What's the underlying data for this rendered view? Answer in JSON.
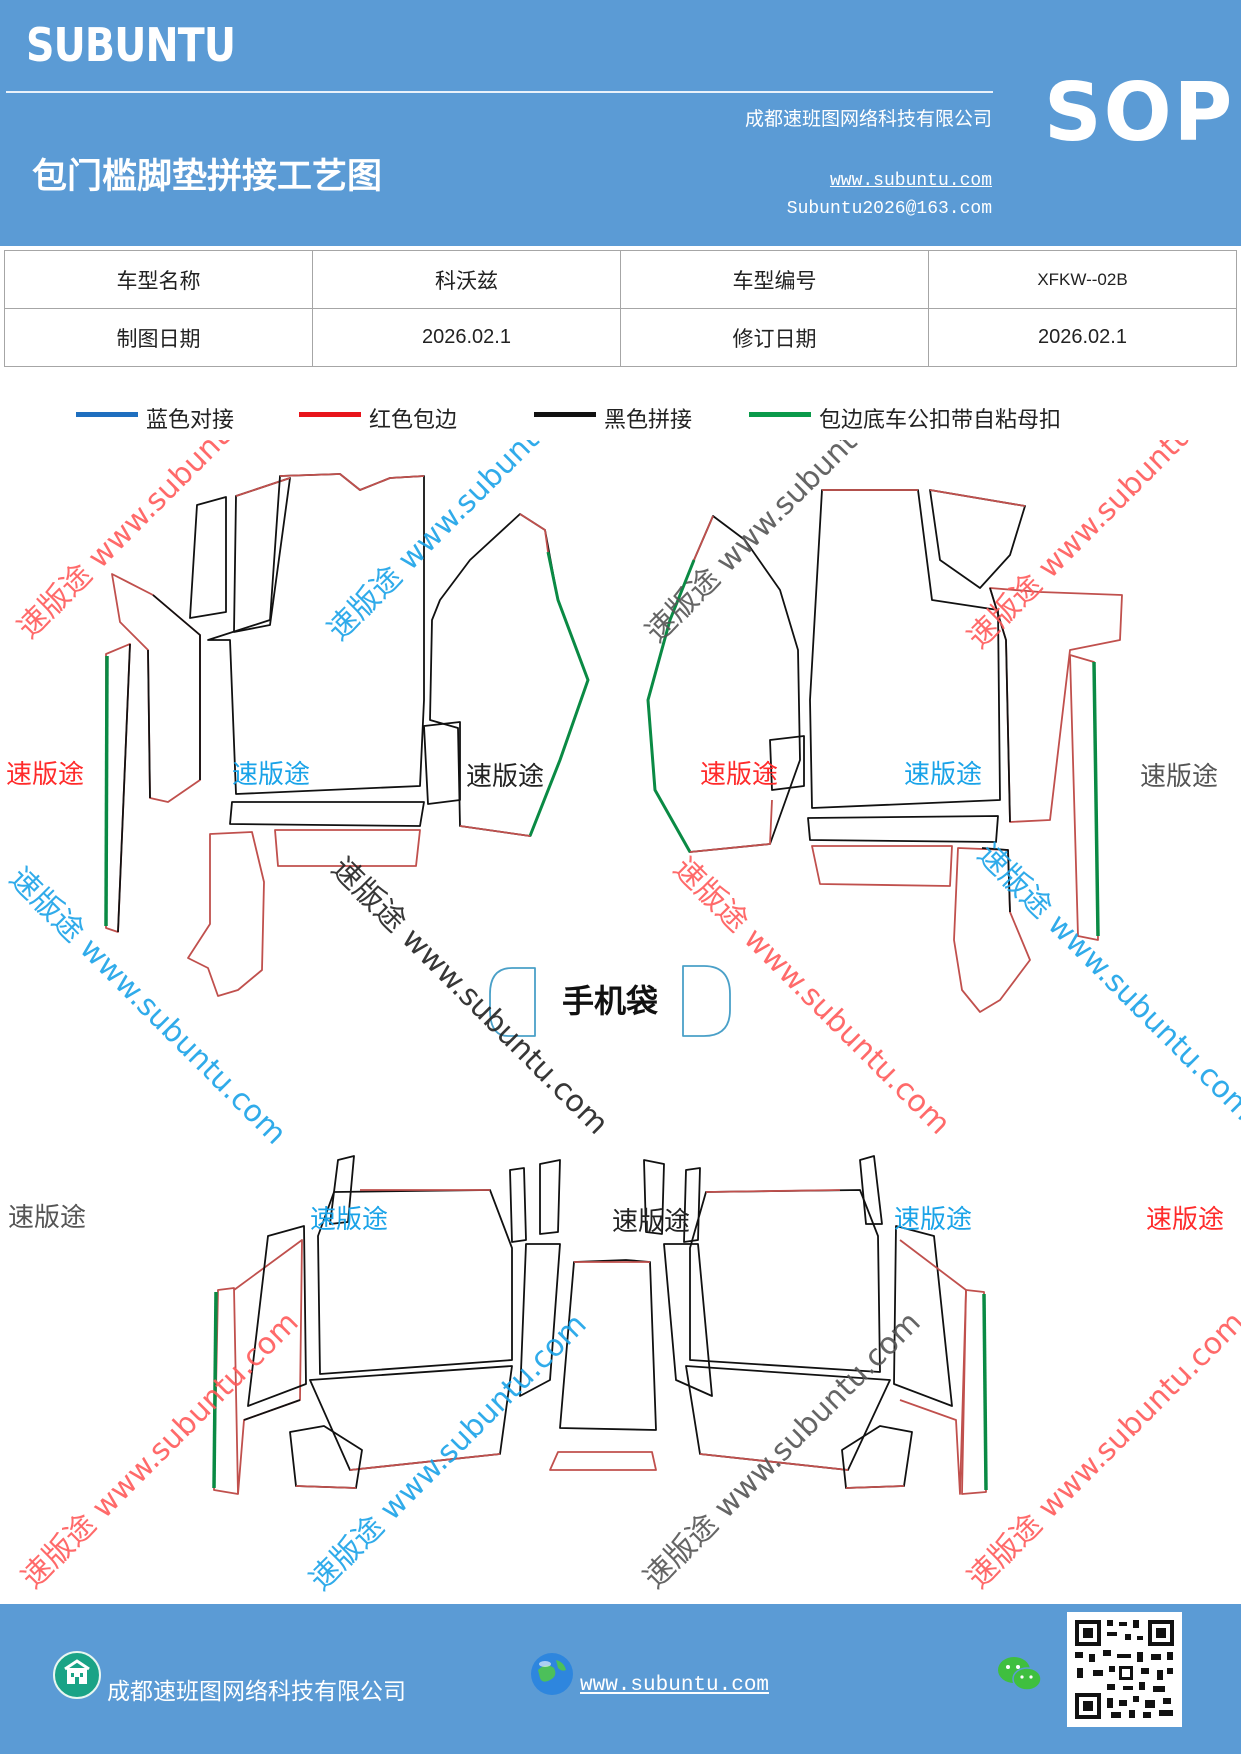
{
  "header": {
    "brand": "SUBUNTU",
    "badge": "SOP",
    "company": "成都速班图网络科技有限公司",
    "title": "包门槛脚垫拼接工艺图",
    "website": "www.subuntu.com",
    "email": "Subuntu2026@163.com"
  },
  "info": {
    "model_name_label": "车型名称",
    "model_name_value": "科沃兹",
    "model_code_label": "车型编号",
    "model_code_value": "XFKW--02B",
    "draw_date_label": "制图日期",
    "draw_date_value": "2026.02.1",
    "revise_date_label": "修订日期",
    "revise_date_value": "2026.02.1"
  },
  "legend": [
    {
      "label": "蓝色对接",
      "color": "#1f6fbf"
    },
    {
      "label": "红色包边",
      "color": "#e8141b"
    },
    {
      "label": "黑色拼接",
      "color": "#111111"
    },
    {
      "label": "包边底车公扣带自粘母扣",
      "color": "#0a9a4a"
    }
  ],
  "diagram": {
    "phone_pocket_label": "手机袋",
    "watermark_word": "速版途",
    "watermark_url": "www.subuntu.com",
    "watermark_full": "速版途 www.subuntu.com"
  },
  "footer": {
    "company": "成都速班图网络科技有限公司",
    "website": "www.subuntu.com"
  },
  "colors": {
    "brand_blue": "#5b9bd5",
    "binding_red": "#c0504d",
    "seam_green": "#0a8a44",
    "watermark_red": "#ff3333",
    "watermark_cyan": "#1aa3e8",
    "watermark_gray": "#555555"
  }
}
